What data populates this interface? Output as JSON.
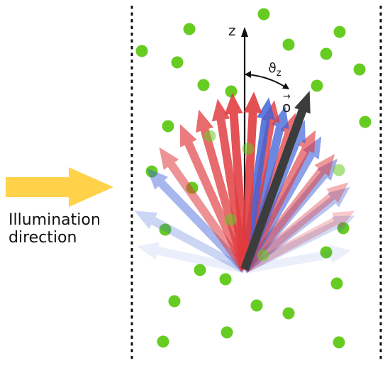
{
  "diagram": {
    "labels": {
      "z_axis": "z",
      "angle_symbol": "ϑ",
      "angle_subscript": "z",
      "orientation_vector": "o",
      "orientation_vector_accent": "→",
      "illumination_line1": "Illumination",
      "illumination_line2": "direction"
    },
    "colors": {
      "particles": "#66cc22",
      "illumination_arrow": "#ffd24a",
      "red_arrows": "#e03a3e",
      "blue_arrows": "#3f63d8",
      "orientation_arrow": "#3c3c3c",
      "boundary_lines": "#111111",
      "axis": "#111111"
    },
    "red_arrow_angles_deg": [
      -35,
      -24,
      -16,
      -9,
      -4,
      3,
      10,
      18,
      27,
      38,
      50,
      62
    ],
    "blue_arrow_angles_deg": [
      -78,
      -62,
      -44,
      8,
      14,
      22,
      30,
      40,
      52,
      64,
      80
    ],
    "orientation_angle_deg": 20
  }
}
